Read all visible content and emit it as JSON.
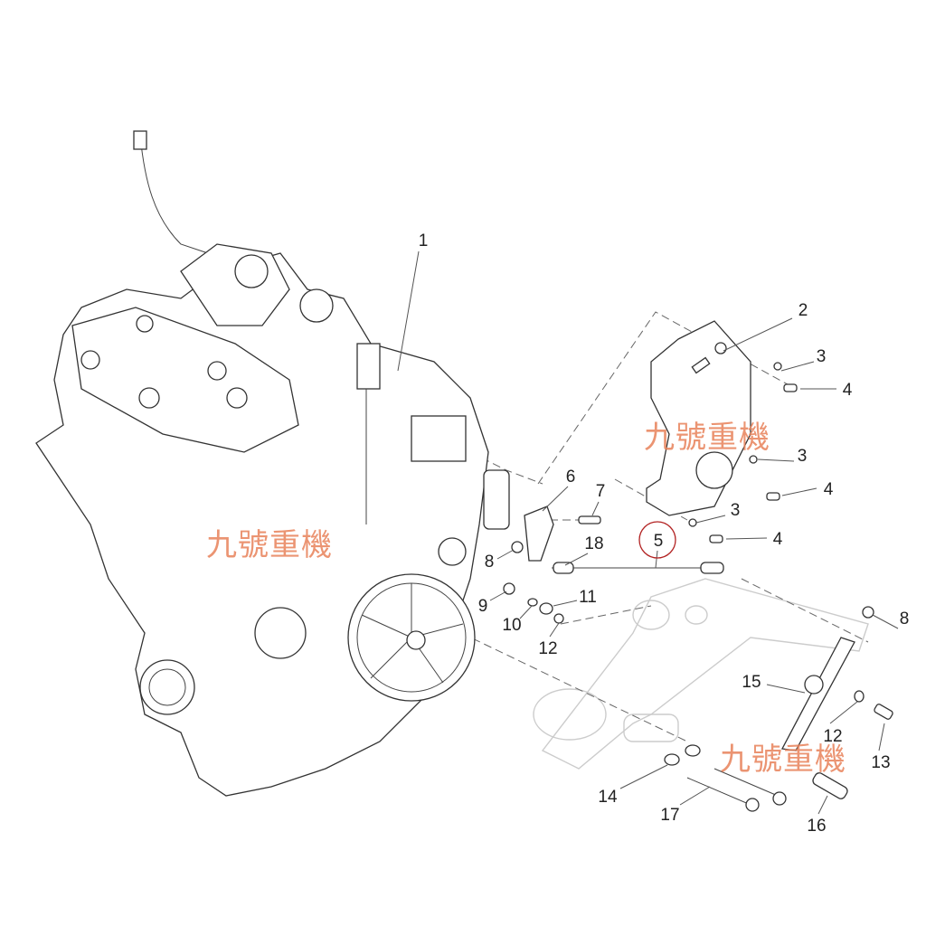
{
  "diagram": {
    "callouts": [
      "1",
      "2",
      "3",
      "4",
      "3",
      "4",
      "3",
      "4",
      "5",
      "6",
      "7",
      "8",
      "18",
      "9",
      "11",
      "10",
      "12",
      "8",
      "15",
      "12",
      "13",
      "14",
      "17",
      "16"
    ],
    "highlighted_callout": "5",
    "highlight_color": "#b22222",
    "watermark": "九號重機",
    "watermark_color": "#e8825a"
  }
}
